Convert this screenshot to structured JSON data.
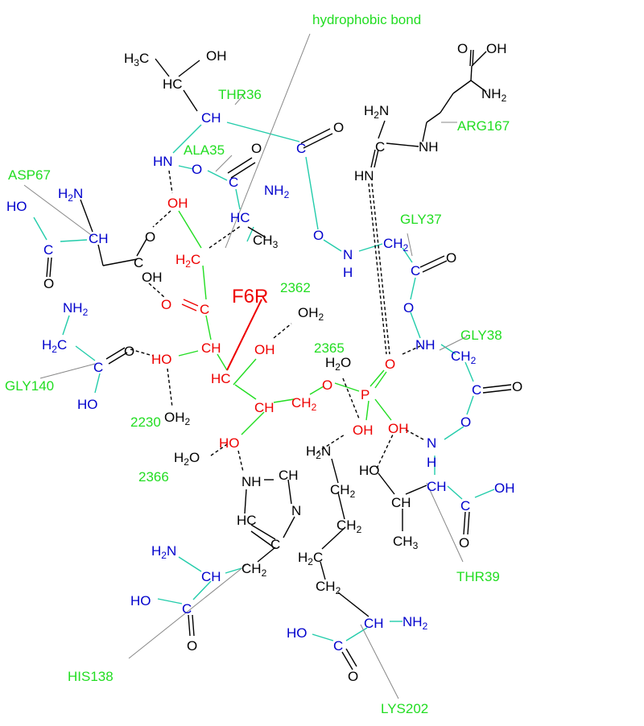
{
  "colors": {
    "black": "#000000",
    "blue": "#0000cc",
    "red": "#ee0000",
    "green": "#22dd22",
    "cyan": "#22ccaa",
    "gray": "#888888"
  },
  "annotations": {
    "hydrophobic_bond": "hydrophobic bond",
    "thr36": "THR36",
    "ala35": "ALA35",
    "asp67": "ASP67",
    "arg167": "ARG167",
    "gly37": "GLY37",
    "gly38": "GLY38",
    "gly140": "GLY140",
    "his138": "HIS138",
    "lys202": "LYS202",
    "thr39": "THR39",
    "f6r": "F6R",
    "w2362": "2362",
    "w2365": "2365",
    "w2230": "2230",
    "w2366": "2366"
  },
  "atoms": {
    "c": "C",
    "n": "N",
    "o": "O",
    "p": "P",
    "h": "H",
    "ch": "CH",
    "nh": "NH",
    "oh": "OH",
    "ho": "HO",
    "hc": "HC",
    "hn": "HN",
    "h2": "H",
    "h3": "H",
    "ch2": "CH",
    "ch3": "CH",
    "nh2": "NH",
    "h2n": "H",
    "h2c": "H",
    "oh2": "OH",
    "h2o": "H",
    "two": "2",
    "three": "3"
  }
}
